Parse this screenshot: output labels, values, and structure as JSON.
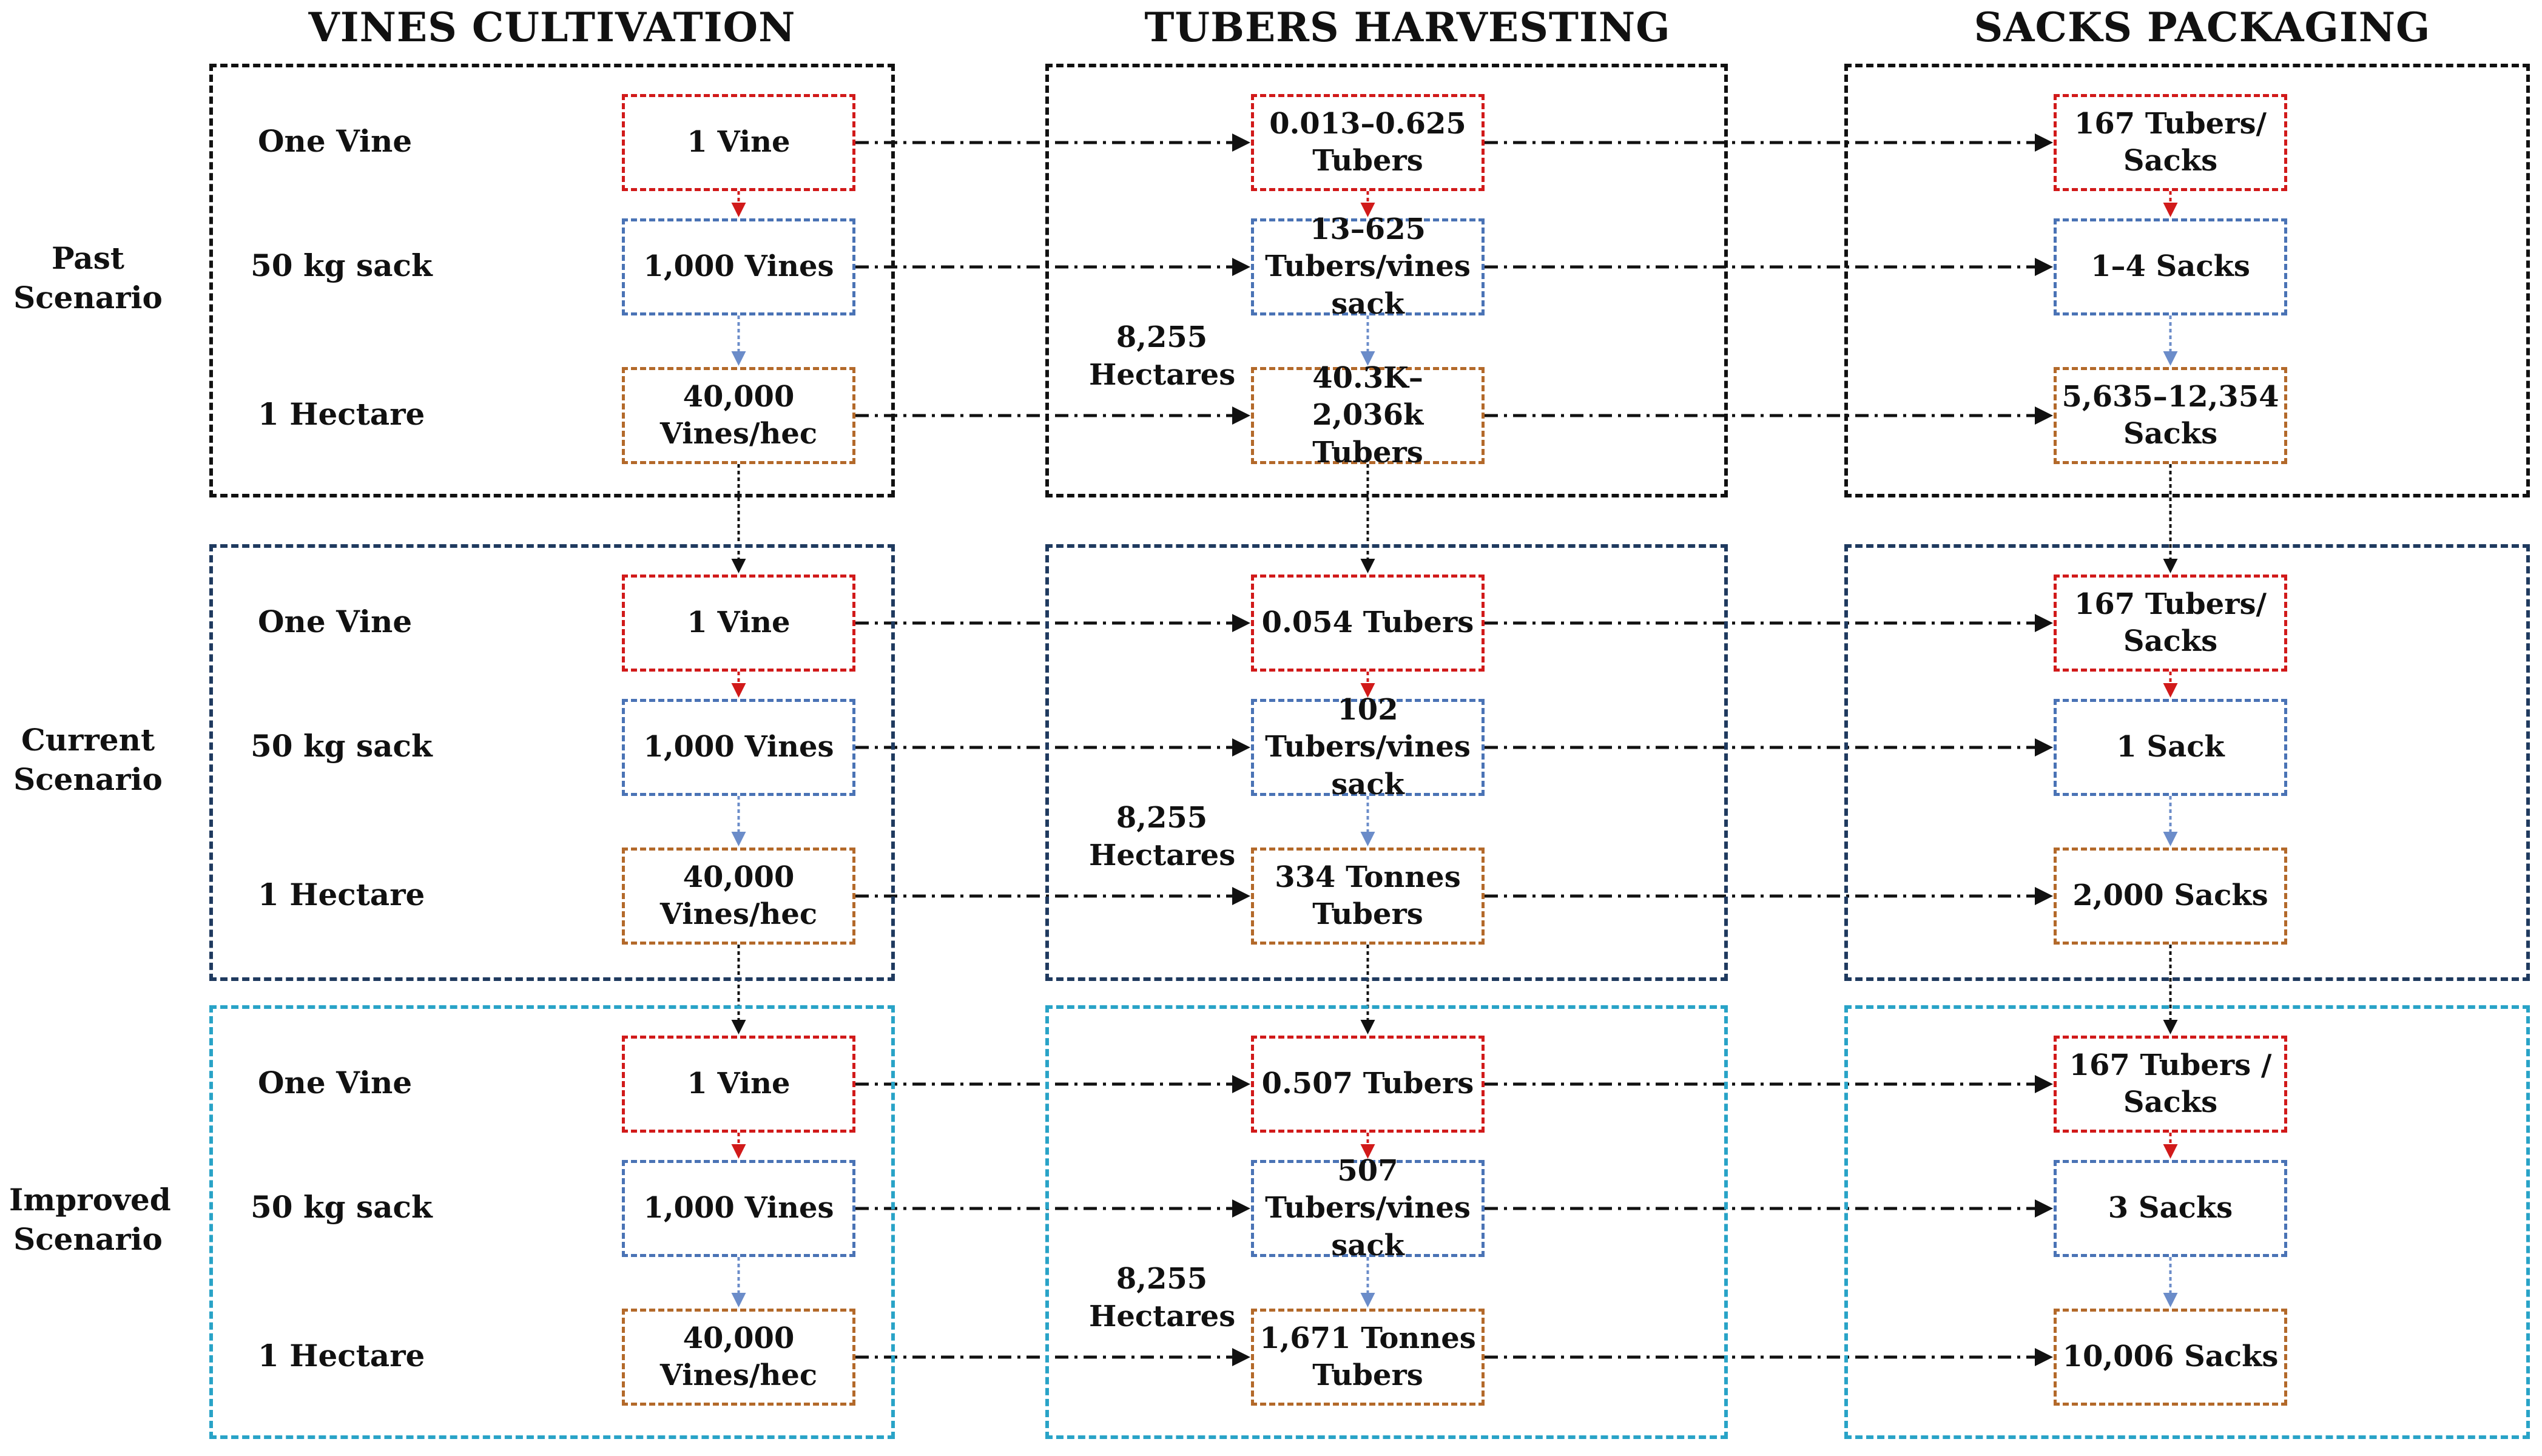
{
  "headers": {
    "vines": "VINES CULTIVATION",
    "tubers": "TUBERS HARVESTING",
    "sacks": "SACKS PACKAGING"
  },
  "row_labels": {
    "one_vine": "One Vine",
    "sack": "50 kg sack",
    "hectare": "1 Hectare"
  },
  "scenarios": [
    {
      "name": "Past Scenario",
      "hectares": "8,255 Hectares",
      "vines": [
        "1 Vine",
        "1,000 Vines",
        "40,000 Vines/hec"
      ],
      "tubers": [
        "0.013–0.625 Tubers",
        "13–625 Tubers/vines sack",
        "40.3K–2,036k Tubers"
      ],
      "sacks": [
        "167 Tubers/ Sacks",
        "1–4 Sacks",
        "5,635–12,354 Sacks"
      ]
    },
    {
      "name": "Current Scenario",
      "hectares": "8,255 Hectares",
      "vines": [
        "1 Vine",
        "1,000 Vines",
        "40,000 Vines/hec"
      ],
      "tubers": [
        "0.054 Tubers",
        "102 Tubers/vines sack",
        "334 Tonnes Tubers"
      ],
      "sacks": [
        "167 Tubers/ Sacks",
        "1 Sack",
        "2,000 Sacks"
      ]
    },
    {
      "name": "Improved Scenario",
      "hectares": "8,255 Hectares",
      "vines": [
        "1 Vine",
        "1,000 Vines",
        "40,000 Vines/hec"
      ],
      "tubers": [
        "0.507 Tubers",
        "507 Tubers/vines sack",
        "1,671 Tonnes Tubers"
      ],
      "sacks": [
        "167 Tubers / Sacks",
        "3 Sacks",
        "10,006 Sacks"
      ]
    }
  ],
  "colors": {
    "past_border": "#111111",
    "current_border": "#1f3a5f",
    "improved_border": "#29a3c7",
    "row1_box": "#d11a1a",
    "row2_box": "#4a73b5",
    "row3_box": "#b3692a"
  }
}
